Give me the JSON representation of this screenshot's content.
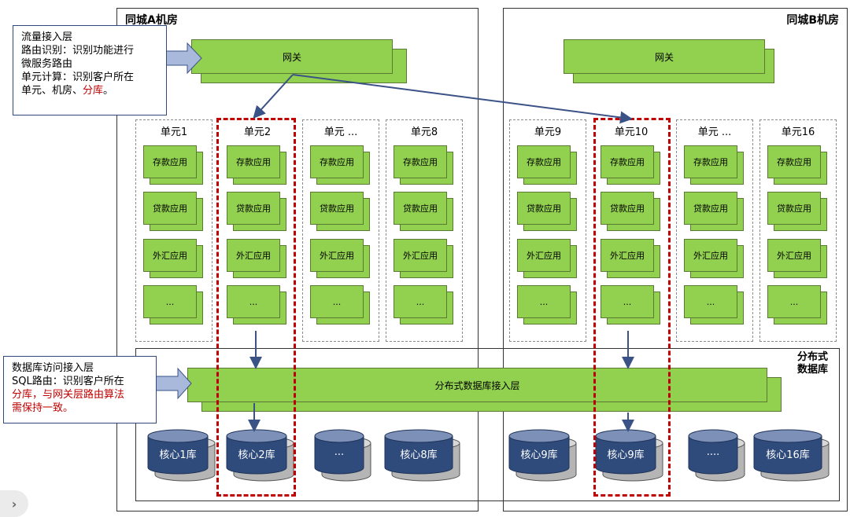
{
  "room_a": {
    "title": "同城A机房",
    "gateway_label": "网关",
    "units": [
      {
        "title": "单元1",
        "apps": [
          "存款应用",
          "贷款应用",
          "外汇应用",
          "..."
        ],
        "highlighted": false
      },
      {
        "title": "单元2",
        "apps": [
          "存款应用",
          "贷款应用",
          "外汇应用",
          "..."
        ],
        "highlighted": true
      },
      {
        "title": "单元 ...",
        "apps": [
          "存款应用",
          "贷款应用",
          "外汇应用",
          "..."
        ],
        "highlighted": false
      },
      {
        "title": "单元8",
        "apps": [
          "存款应用",
          "贷款应用",
          "外汇应用",
          "..."
        ],
        "highlighted": false
      }
    ],
    "databases": [
      "核心1库",
      "核心2库",
      "...",
      "核心8库"
    ]
  },
  "room_b": {
    "title": "同城B机房",
    "gateway_label": "网关",
    "units": [
      {
        "title": "单元9",
        "apps": [
          "存款应用",
          "贷款应用",
          "外汇应用",
          "..."
        ],
        "highlighted": false
      },
      {
        "title": "单元10",
        "apps": [
          "存款应用",
          "贷款应用",
          "外汇应用",
          "..."
        ],
        "highlighted": true
      },
      {
        "title": "单元 ...",
        "apps": [
          "存款应用",
          "贷款应用",
          "外汇应用",
          "..."
        ],
        "highlighted": false
      },
      {
        "title": "单元16",
        "apps": [
          "存款应用",
          "贷款应用",
          "外汇应用",
          "..."
        ],
        "highlighted": false
      }
    ],
    "databases": [
      "核心9库",
      "核心9库",
      "....",
      "核心16库"
    ]
  },
  "distributed_db": {
    "title_line1": "分布式",
    "title_line2": "数据库",
    "access_layer_label": "分布式数据库接入层"
  },
  "callout_traffic": {
    "line1": "流量接入层",
    "line2": "路由识别：识别功能进行",
    "line3": "微服务路由",
    "line4": "单元计算：识别客户所在",
    "line5_prefix": "单元、机房、",
    "line5_red": "分库",
    "line5_suffix": "。"
  },
  "callout_db": {
    "line1": "数据库访问接入层",
    "line2": "SQL路由：识别客户所在",
    "line3_red": "分库，与网关层路由算法",
    "line4_red": "需保持一致。"
  },
  "nav": {
    "next_icon": "›"
  },
  "colors": {
    "green": "#92d050",
    "db_blue": "#2f4b7c",
    "highlight_red": "#c00000",
    "arrow_blue": "#3b5286",
    "callout_arrow": "#a9b9dc"
  }
}
